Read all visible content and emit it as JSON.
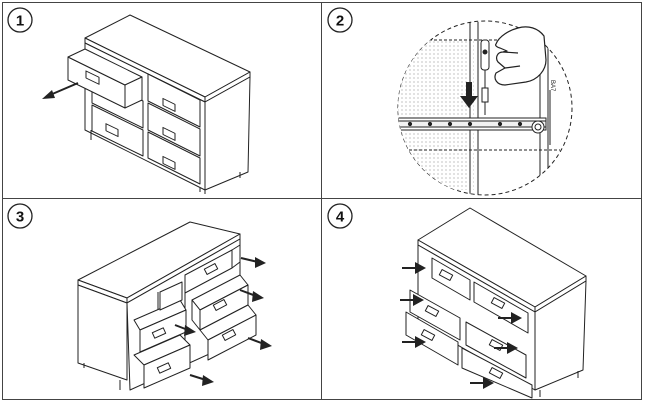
{
  "steps": [
    {
      "number": "1"
    },
    {
      "number": "2"
    },
    {
      "number": "3"
    },
    {
      "number": "4"
    }
  ],
  "slide_label": "BA7"
}
